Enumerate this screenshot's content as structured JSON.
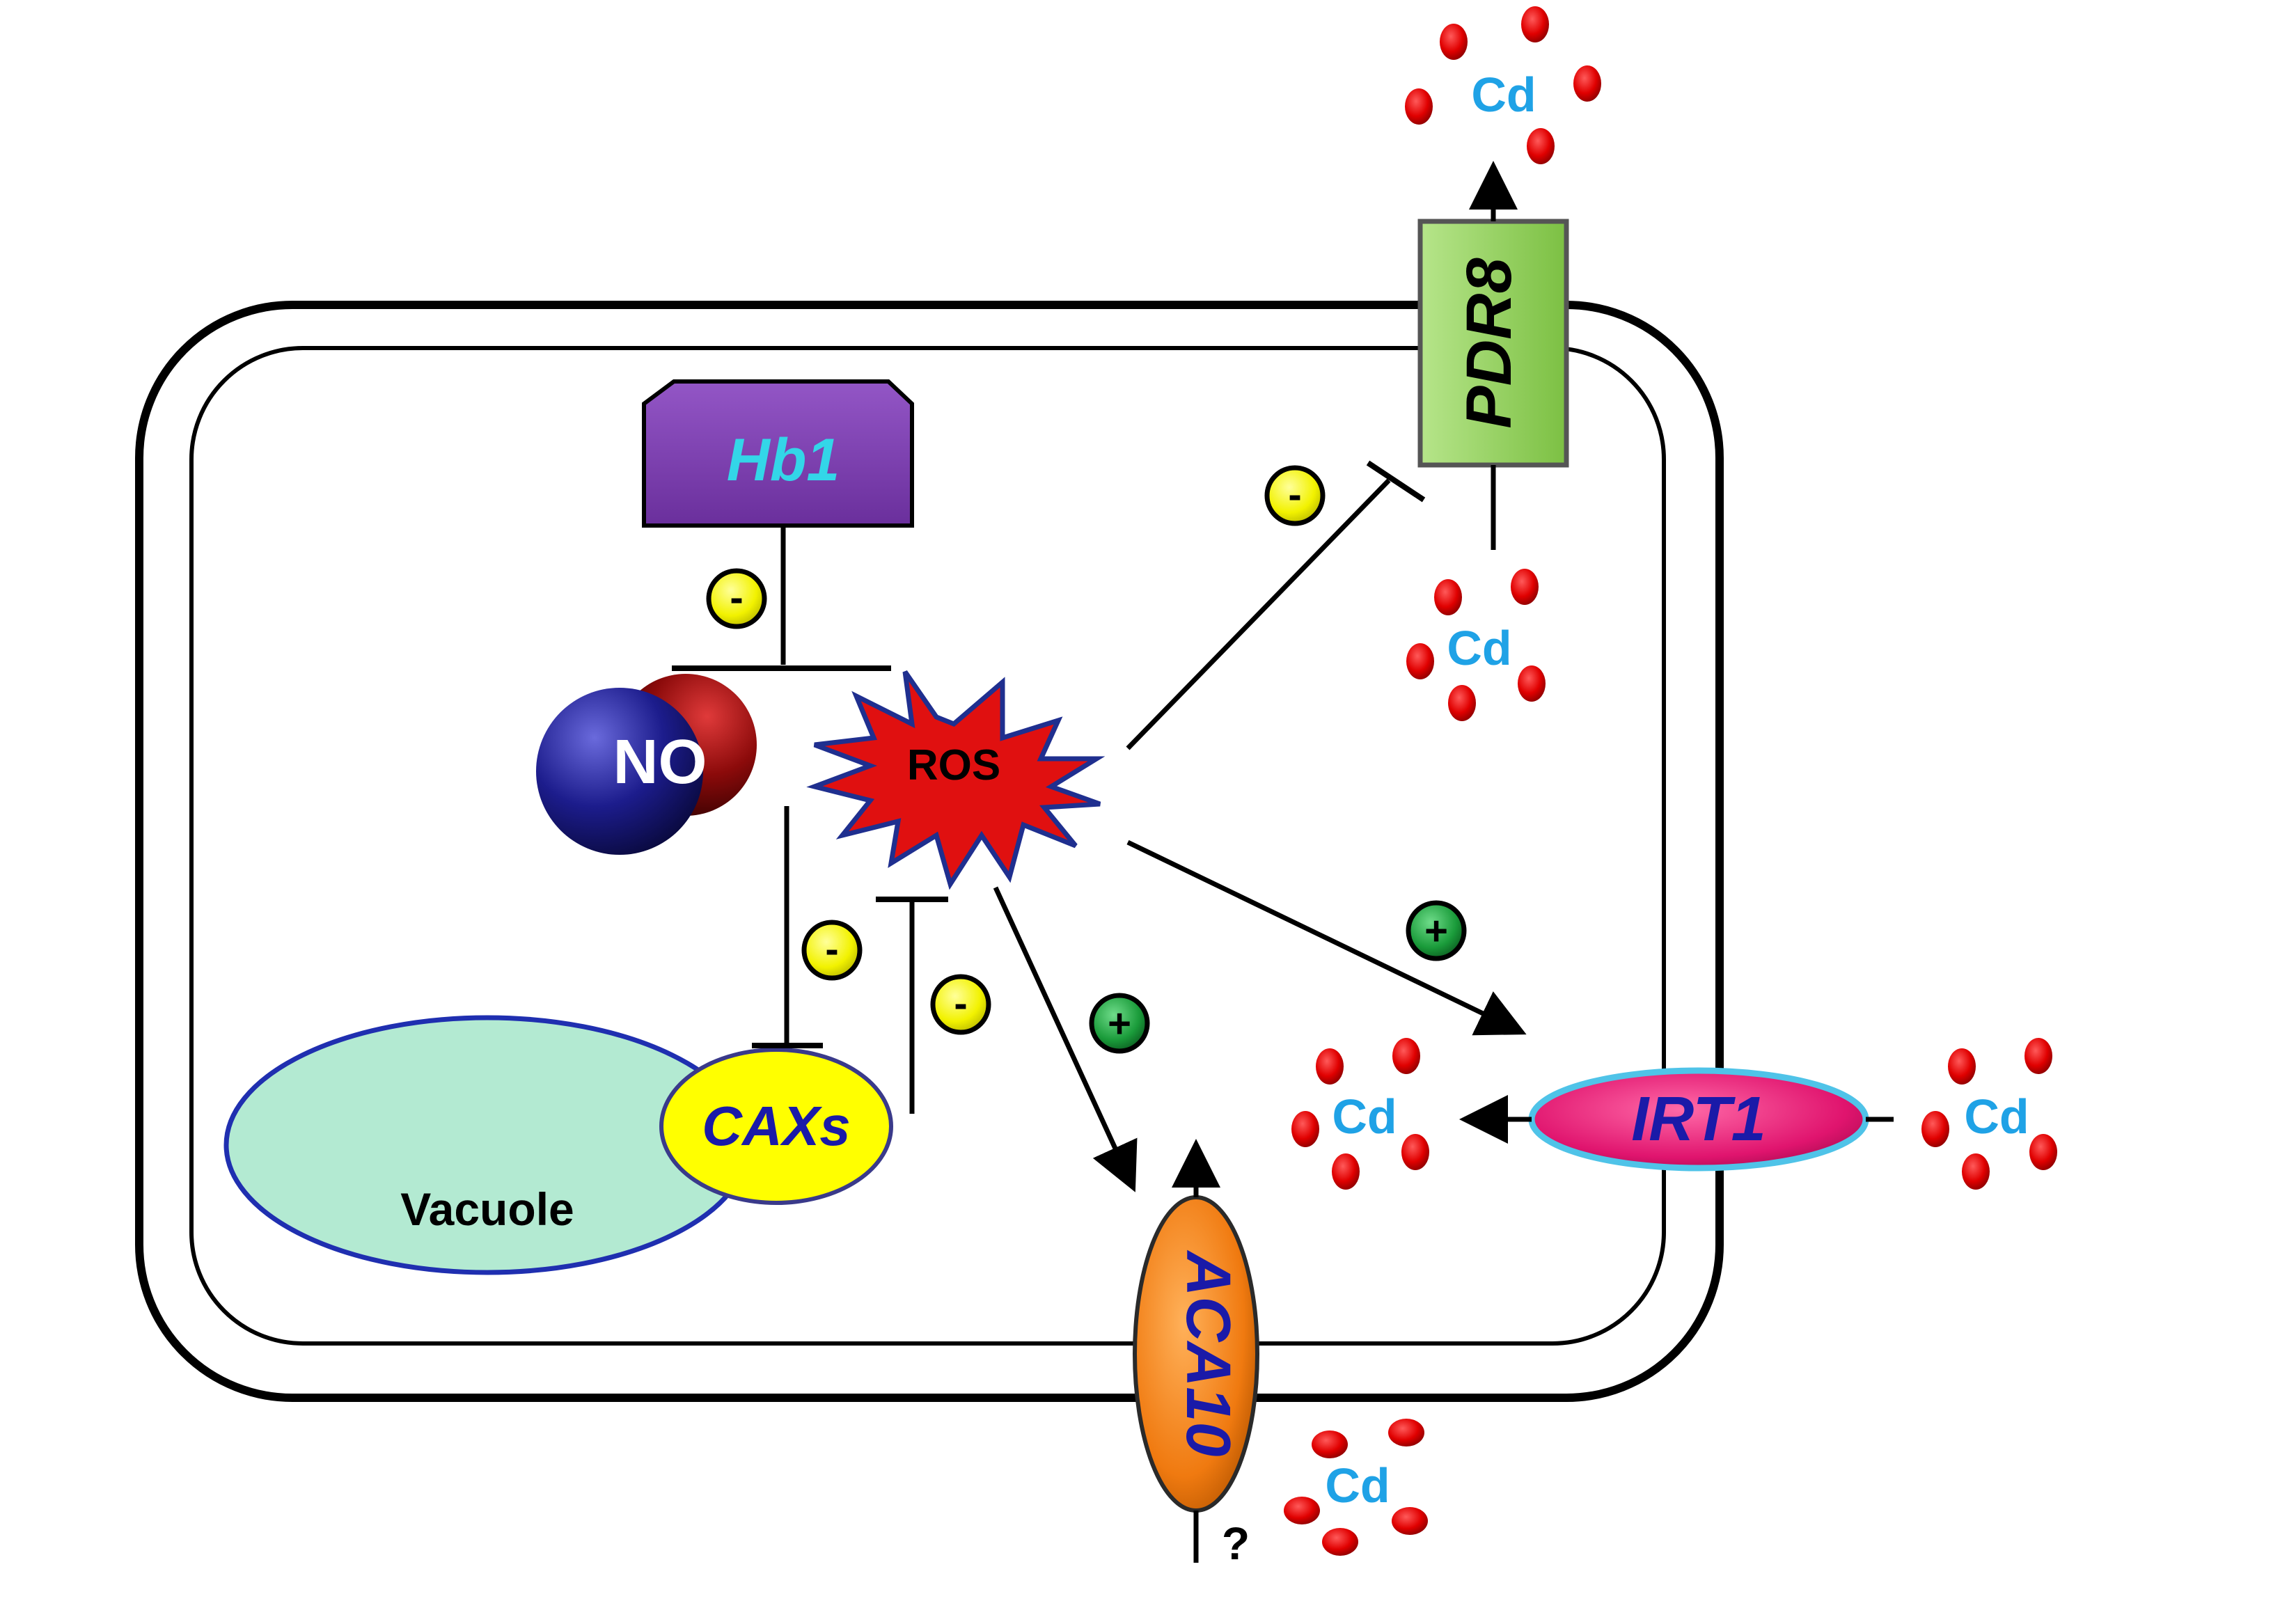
{
  "labels": {
    "hb1": "Hb1",
    "no": "NO",
    "ros": "ROS",
    "pdr8": "PDR8",
    "caxs": "CAXs",
    "vacuole": "Vacuole",
    "aca10": "ACA10",
    "irt1": "IRT1",
    "cd": "Cd",
    "question": "?"
  },
  "signs": {
    "minus": "-",
    "plus": "+"
  },
  "colors": {
    "hb1_fill": "#7b3fae",
    "hb1_text": "#33d6e8",
    "pdr8_fill": "#92d050",
    "caxs_fill": "#ffff00",
    "caxs_text": "#1a1aa8",
    "vacuole_fill": "#b3ead2",
    "vacuole_stroke": "#1f2fb0",
    "aca10_fill": "#f07a10",
    "aca10_text": "#1a1aa8",
    "irt1_fill": "#e0146e",
    "irt1_text": "#1a1aa8",
    "irt1_stroke": "#4fc3e8",
    "ros_fill": "#e01010",
    "ros_stroke": "#1f2f8f",
    "no_n_color": "#1c1c8c",
    "no_o_color": "#8b0a0a",
    "cd_text": "#1fa2e6",
    "cd_dot": "#e00000",
    "minus_fill": "#f2f200",
    "plus_fill": "#1a9b3a"
  }
}
